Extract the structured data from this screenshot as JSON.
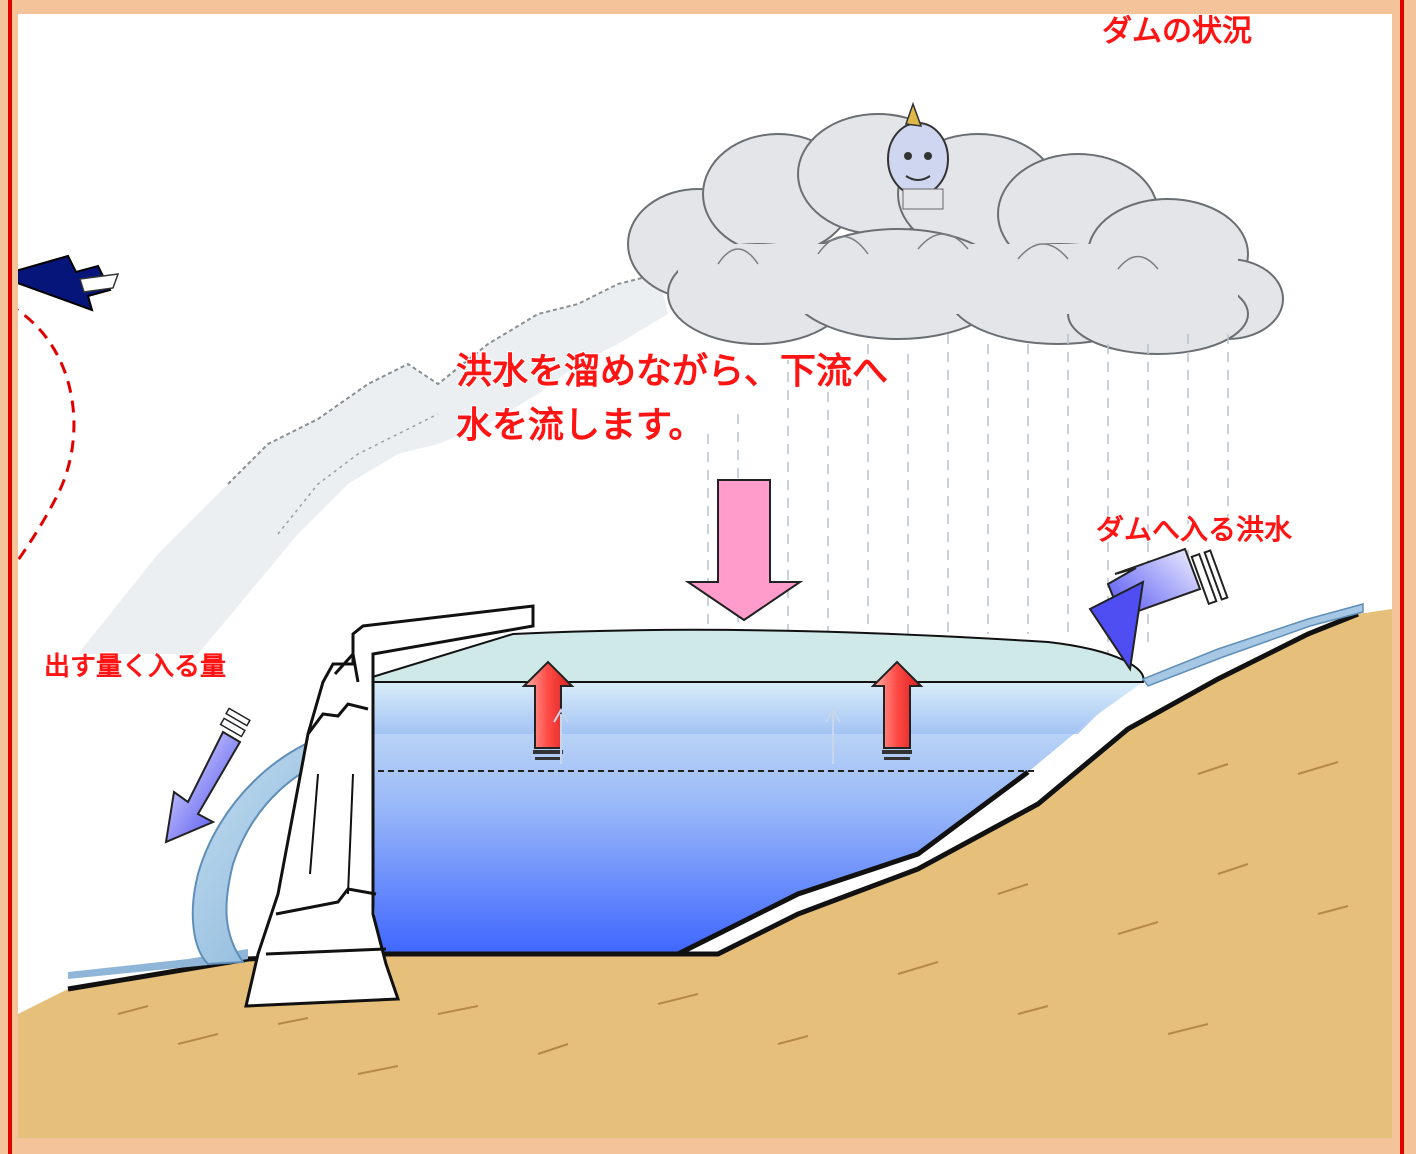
{
  "labels": {
    "title": "ダムの状況",
    "main_line1": "洪水を溜めながら、下流へ",
    "main_line2": "水を流します。",
    "inflow": "ダムへ入る洪水",
    "outflow": "出す量く入る量"
  },
  "colors": {
    "background": "#f4c39a",
    "frame": "#e00000",
    "text": "#ff1414",
    "water_top": "#cfe6f5",
    "water_bottom": "#3f66ff",
    "flood_layer": "#cfe9e8",
    "ground": "#e6c07a",
    "arrow_down": "#ff9ccc",
    "arrow_up": "#ff5050",
    "arrow_in": "#4e4ef2",
    "arrow_dark": "#06157a"
  }
}
